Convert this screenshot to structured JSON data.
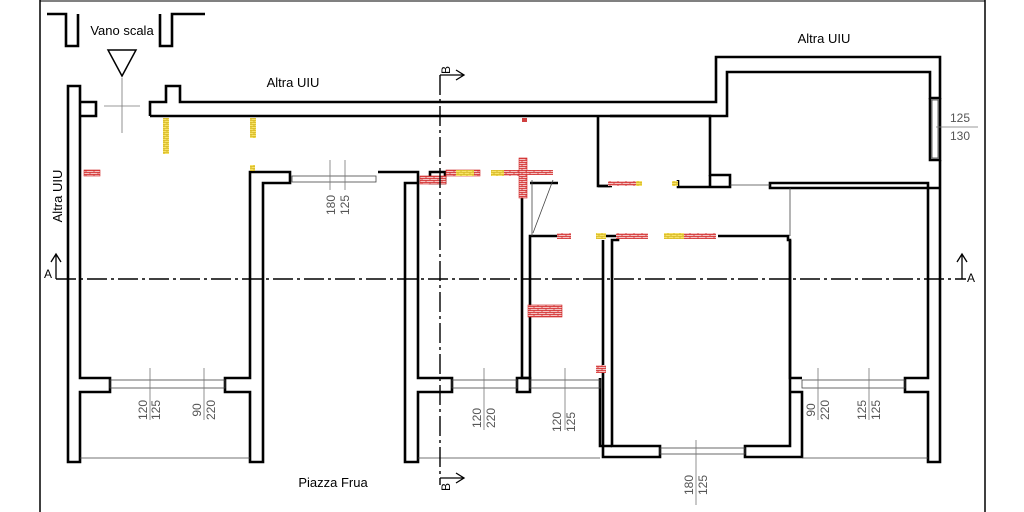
{
  "labels": {
    "stair": "Vano scala",
    "other_top": "Altra UIU",
    "other_top_right": "Altra UIU",
    "other_left": "Altra UIU",
    "square": "Piazza Frua"
  },
  "sections": {
    "a_left": "A",
    "a_right": "A",
    "b_top": "B",
    "b_bottom": "B"
  },
  "dimensions": {
    "top_mid_1": "180",
    "top_mid_2": "125",
    "right_top_1": "125",
    "right_top_2": "130",
    "bl_1": "120",
    "bl_2": "125",
    "bl_3": "90",
    "bl_4": "220",
    "bm_1": "120",
    "bm_2": "220",
    "bm_3": "120",
    "bm_4": "125",
    "bc_1": "180",
    "bc_2": "125",
    "br_1": "90",
    "br_2": "220",
    "br_3": "125",
    "br_4": "125"
  },
  "colors": {
    "wall": "#000000",
    "demolition": "#e03030",
    "new_build": "#f0d020"
  }
}
